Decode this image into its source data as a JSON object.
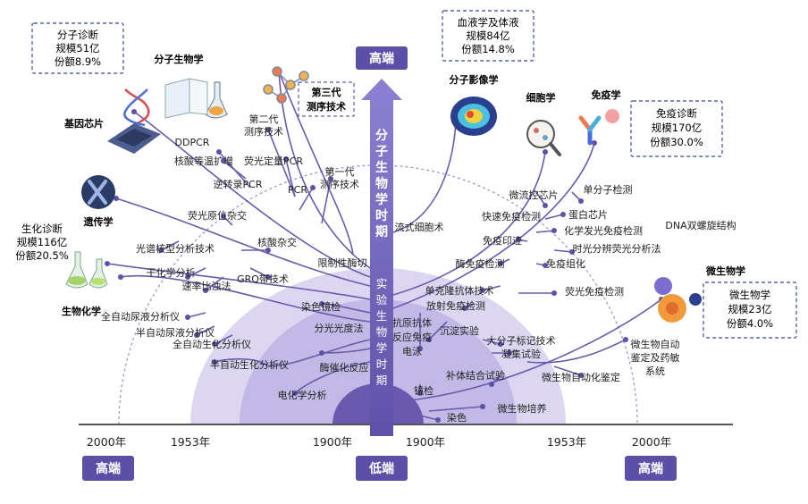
{
  "axis": {
    "center_top": "高端",
    "center_bottom": "低端",
    "left_bottom": "高端",
    "right_bottom": "高端",
    "years": [
      "2000年",
      "1953年",
      "1900年",
      "1900年",
      "1953年",
      "2000年"
    ]
  },
  "trunk": {
    "upper": "分子生物学时期",
    "lower": "实验生物学时期"
  },
  "callouts": {
    "molecular_dx": [
      "分子诊断",
      "规模51亿",
      "份额8.9%"
    ],
    "blood": [
      "血液学及体液",
      "规模84亿",
      "份额14.8%"
    ],
    "immuno": [
      "免疫诊断",
      "规模170亿",
      "份额30.0%"
    ],
    "biochem": [
      "生化诊断",
      "规模116亿",
      "份额20.5%"
    ],
    "micro": [
      "微生物学",
      "规模23亿",
      "份额4.0%"
    ]
  },
  "categories": {
    "mol_bio": "分子生物学",
    "seq": [
      "第三代",
      "测序技术"
    ],
    "gene_chip": "基因芯片",
    "genetics": "遗传学",
    "biochem": "生物化学",
    "imaging": "分子影像学",
    "cell": "细胞学",
    "immunology": "免疫学",
    "microbio": "微生物学"
  },
  "left_labels": {
    "gen2": [
      "第二代",
      "测序技术"
    ],
    "ddpcr": "DDPCR",
    "isothermal": "核酸等温扩增",
    "qpcr": "荧光定量PCR",
    "gen1": [
      "第一代",
      "测序技术"
    ],
    "rtpcr": "逆转录PCR",
    "pcr": "PCR",
    "fish": "荧光原位杂交",
    "karyotype": "光谱核型分析技术",
    "hybrid": "核酸杂交",
    "rflp": "限制性酶切",
    "dry_chem": "干化学分析",
    "rate": "速率比浊法",
    "grq": "GRQ带技术",
    "auto_urine": "全自动尿液分析仪",
    "semi_urine": "半自动尿液分析仪",
    "auto_bio": "全自动生化分析仪",
    "semi_bio": "半自动生化分析仪",
    "stain_micro": "染色镜检",
    "spectro": "分光光度法",
    "enzyme": "酶催化反应",
    "electro": "电化学分析"
  },
  "right_labels": {
    "flow": "流式细胞术",
    "microfluidic": "微流控芯片",
    "fast_immuno": "快速免疫检测",
    "single_mol": "单分子检测",
    "protein_chip": "蛋白芯片",
    "chemilum": "化学发光免疫检测",
    "dna": "DNA双螺旋结构",
    "immuno_blot": "免疫印迹",
    "trf": "时光分辨荧光分析法",
    "eia": "酶免疫检测",
    "immuno_histo": "免疫组化",
    "mab": "单克隆抗体技术",
    "ria": "放射免疫检测",
    "fluor_immuno": "荧光免疫检测",
    "antigen": [
      "抗原抗体",
      "反应免疫",
      "电泳"
    ],
    "precip": "沉淀实验",
    "macro_label": "大分子标记技术",
    "agglut": "凝集试验",
    "complement": "补体结合试验",
    "micro_auto_id": [
      "微生物自动",
      "鉴定及药敏",
      "系统"
    ],
    "micro_auto": "微生物自动化鉴定",
    "microscopy": "镜检",
    "culture": "微生物培养",
    "stain": "染色"
  },
  "colors": {
    "purple": "#6f63b5",
    "dome_outer": "#dcd6f0",
    "dome_mid": "#b6aadd",
    "dome_core": "#7262b4",
    "badge": "#5b4fa8",
    "callout_border": "#5b63a8"
  }
}
